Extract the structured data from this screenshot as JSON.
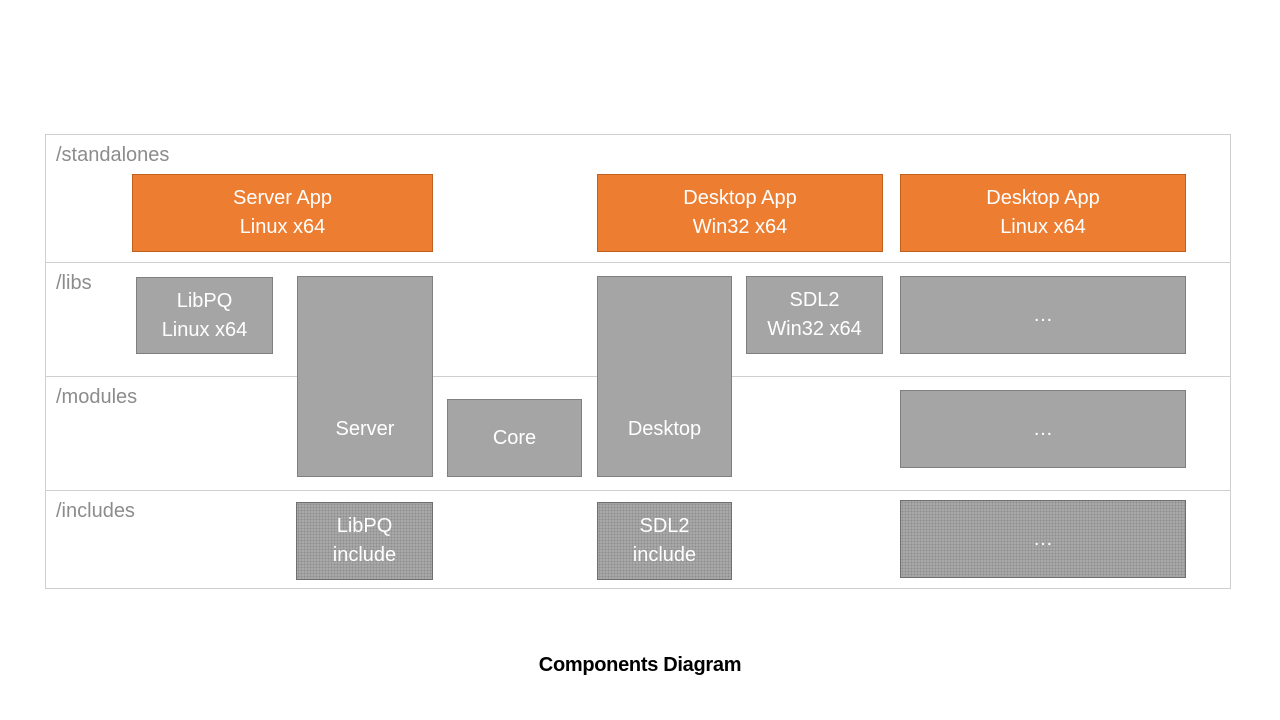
{
  "layers": {
    "standalones": "/standalones",
    "libs": "/libs",
    "modules": "/modules",
    "includes": "/includes"
  },
  "standalones": {
    "server_app": {
      "line1": "Server App",
      "line2": "Linux x64"
    },
    "desktop_app_win": {
      "line1": "Desktop App",
      "line2": "Win32 x64"
    },
    "desktop_app_linux": {
      "line1": "Desktop App",
      "line2": "Linux x64"
    }
  },
  "libs": {
    "libpq": {
      "line1": "LibPQ",
      "line2": "Linux x64"
    },
    "sdl2": {
      "line1": "SDL2",
      "line2": "Win32 x64"
    },
    "more": "…"
  },
  "modules": {
    "server": "Server",
    "core": "Core",
    "desktop": "Desktop",
    "more": "…"
  },
  "includes": {
    "libpq": {
      "line1": "LibPQ",
      "line2": "include"
    },
    "sdl2": {
      "line1": "SDL2",
      "line2": "include"
    },
    "more": "…"
  },
  "caption": "Components Diagram",
  "colors": {
    "standalone_fill": "#ed7d31",
    "component_fill": "#a5a5a5",
    "layer_border": "#cfcfcf",
    "layer_label": "#8c8c8c"
  }
}
